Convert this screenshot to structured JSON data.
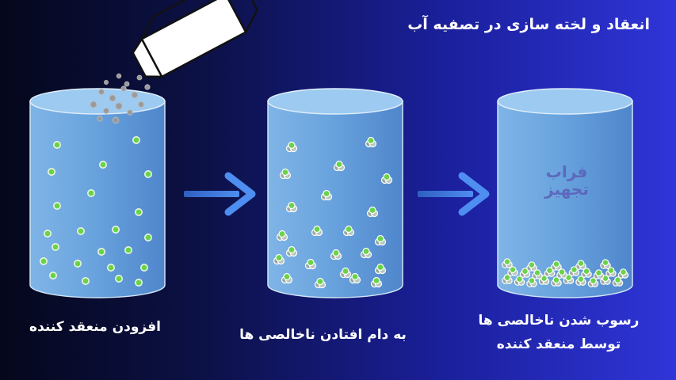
{
  "title": "انعقاد و لخته سازی در تصفیه آب",
  "steps": [
    {
      "caption": "افزودن منعقد کننده"
    },
    {
      "caption": "به دام افتادن ناخالصی ها"
    },
    {
      "caption_line1": "رسوب شدن ناخالصی ها",
      "caption_line2": "توسط منعقد کننده"
    }
  ],
  "watermark": {
    "line1": "فراب",
    "line2": "تجهیز"
  },
  "colors": {
    "water_top": "#8ec3ea",
    "water_body": "#5e9ad6",
    "particle_green": "#6bd24a",
    "arrow": "#3f7fe0"
  }
}
